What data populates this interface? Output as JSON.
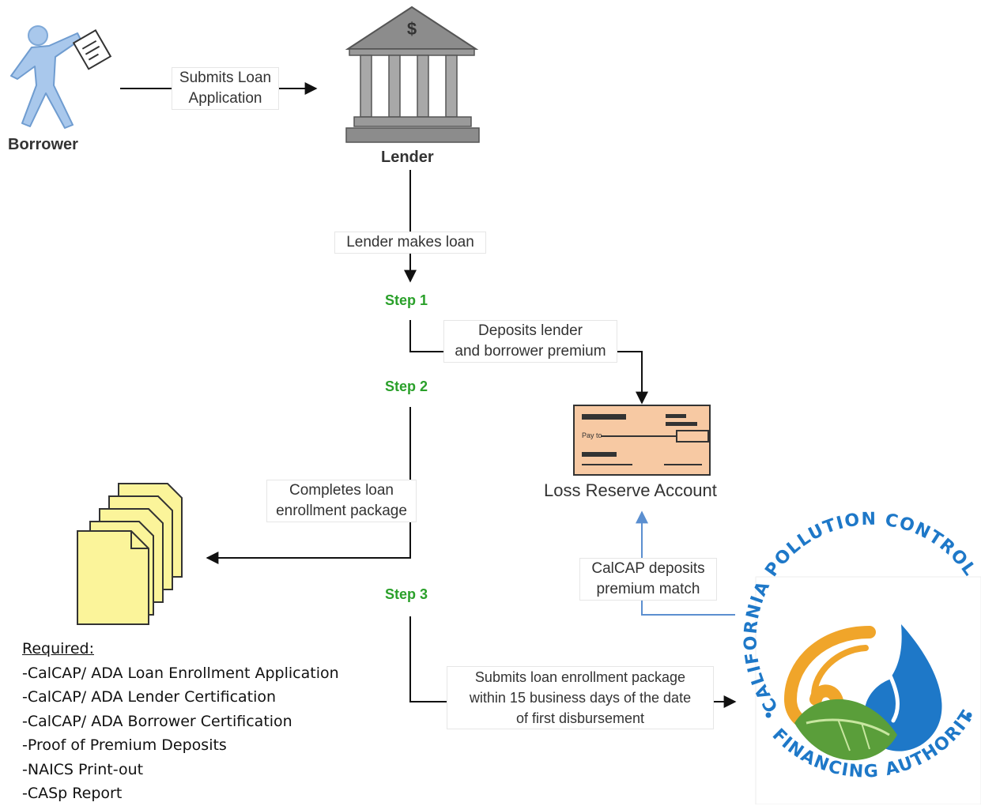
{
  "actors": {
    "borrower": "Borrower",
    "lender": "Lender",
    "account": "Loss Reserve Account"
  },
  "labels": {
    "submits_application": "Submits Loan\nApplication",
    "lender_makes_loan": "Lender makes loan",
    "deposits_premium": "Deposits lender\nand borrower premium",
    "completes_package": "Completes loan\nenrollment package",
    "calcap_match": "CalCAP deposits\npremium match",
    "submits_package": "Submits loan enrollment package\nwithin 15 business days of the date\nof first disbursement"
  },
  "steps": [
    "Step 1",
    "Step 2",
    "Step 3"
  ],
  "required": {
    "title": "Required:",
    "items": [
      "-CalCAP/ ADA Loan Enrollment Application",
      "-CalCAP/ ADA Lender Certification",
      "-CalCAP/ ADA Borrower Certification",
      "-Proof of Premium Deposits",
      "-NAICS Print-out",
      "-CASp Report"
    ]
  },
  "logo": {
    "top_text": "CALIFORNIA POLLUTION CONTROL",
    "bottom_text": "FINANCING AUTHORITY"
  },
  "icons": {
    "dollar": "$",
    "check_payto": "Pay to"
  },
  "colors": {
    "step_green": "#2aa02a",
    "arrow_blue": "#5b8fd0",
    "logo_blue": "#1e78c8",
    "logo_orange": "#f0a52a",
    "logo_green": "#5a9e3a"
  }
}
